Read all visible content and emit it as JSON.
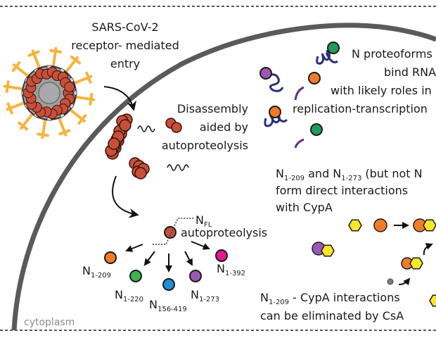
{
  "figure": {
    "region_label": "cytoplasm",
    "colors": {
      "membrane": "#5a5a5a",
      "spike": "#f6b33d",
      "nucleocapsid": "#c8503a",
      "core": "#a9a9a9",
      "n_1_209": "#f07c2a",
      "n_1_220": "#3cb44b",
      "n_156_419": "#1e90d8",
      "n_1_273": "#9b59b6",
      "n_1_392": "#e6198f",
      "cypa": "#f7e62b",
      "csa": "#7a7a7a",
      "rna": "#2a2f7a"
    }
  },
  "entry": {
    "line1": "SARS-CoV-2",
    "line2": "receptor- mediated",
    "line3": "entry"
  },
  "disassembly": {
    "line1": "Disassembly",
    "line2": "aided by",
    "line3": "autoproteolysis"
  },
  "proteolysis": {
    "nfl_base": "N",
    "nfl_sub": "FL",
    "label": "autoproteolysis",
    "products": [
      {
        "base": "N",
        "sub": "1-209"
      },
      {
        "base": "N",
        "sub": "1-220"
      },
      {
        "base": "N",
        "sub": "156-419"
      },
      {
        "base": "N",
        "sub": "1-273"
      },
      {
        "base": "N",
        "sub": "1-392"
      }
    ]
  },
  "rna_binding": {
    "line1": "N proteoforms",
    "line2": "bind RNA",
    "line3": "with likely roles in",
    "line4": "replication-transcription"
  },
  "cypa": {
    "l1_a": "N",
    "l1_a_sub": "1-209",
    "l1_b": " and N",
    "l1_b_sub": "1-273",
    "l1_c": " (but not N",
    "line2": "form direct interactions",
    "line3": "with CypA"
  },
  "csa": {
    "base": "N",
    "sub": "1-209",
    "rest": " - CypA interactions",
    "line2": "can be eliminated by CsA"
  }
}
